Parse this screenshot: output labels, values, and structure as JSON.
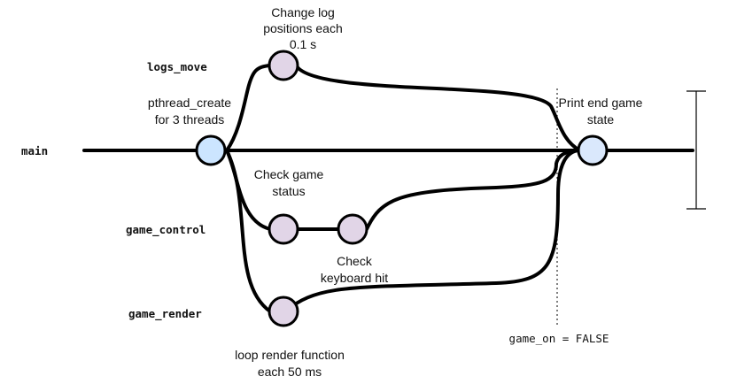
{
  "threads": {
    "main": "main",
    "logs_move": "logs_move",
    "game_control": "game_control",
    "game_render": "game_render"
  },
  "notes": {
    "logs_move": [
      "Change log",
      "positions each",
      "0.1 s"
    ],
    "create": [
      "pthread_create",
      "for 3 threads"
    ],
    "end": [
      "Print end game",
      "state"
    ],
    "check_status": [
      "Check game",
      "status"
    ],
    "keyboard": [
      "Check",
      "keyboard hit"
    ],
    "render": [
      "loop render function",
      "each 50 ms"
    ]
  },
  "condition": "game_on = FALSE",
  "colors": {
    "main_node": "#cce5ff",
    "end_node": "#dae8fc",
    "thread_node": "#e1d5e7"
  }
}
